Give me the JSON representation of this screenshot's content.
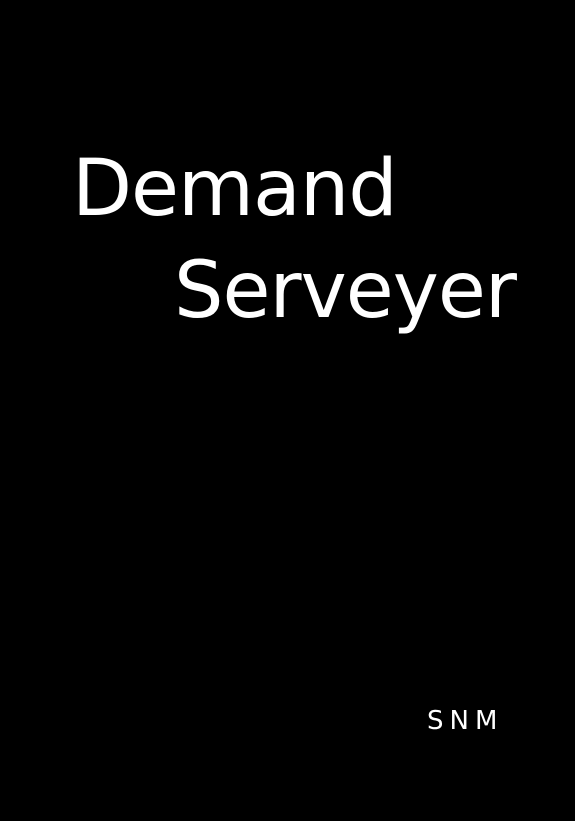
{
  "cover": {
    "title_line_1": "Demand",
    "title_line_2": "Serveyer",
    "author": "SNM",
    "background_color": "#000000",
    "text_color": "#ffffff"
  }
}
